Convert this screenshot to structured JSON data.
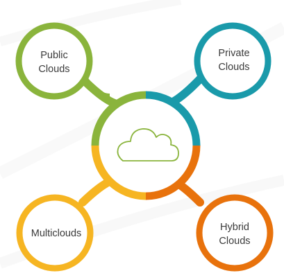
{
  "diagram": {
    "center": {
      "icon": "cloud-icon",
      "color": "#8ab43c"
    },
    "nodes": [
      {
        "id": "public",
        "lines": [
          "Public",
          "Clouds"
        ],
        "color": "#8ab43c"
      },
      {
        "id": "private",
        "lines": [
          "Private",
          "Clouds"
        ],
        "color": "#1a9aaa"
      },
      {
        "id": "multi",
        "lines": [
          "Multiclouds"
        ],
        "color": "#f6b522"
      },
      {
        "id": "hybrid",
        "lines": [
          "Hybrid",
          "Clouds"
        ],
        "color": "#e8720c"
      }
    ]
  }
}
